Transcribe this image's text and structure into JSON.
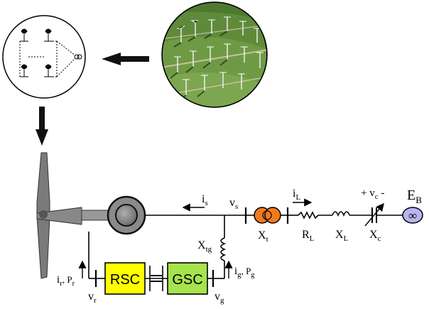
{
  "converters": {
    "rsc": "RSC",
    "gsc": "GSC"
  },
  "labels": {
    "is_main": "i",
    "is_sub": "s",
    "vs_main": "v",
    "vs_sub": "s",
    "iL_main": "i",
    "iL_sub": "L",
    "vc_plus": "+ v",
    "vc_sub": "c",
    "vc_minus": " -",
    "EB_main": "E",
    "EB_sub": "B",
    "Xt_main": "X",
    "Xt_sub": "t",
    "RL_main": "R",
    "RL_sub": "L",
    "XL_main": "X",
    "XL_sub": "L",
    "Xc_main": "X",
    "Xc_sub": "c",
    "Xtg_main": "X",
    "Xtg_sub": "tg",
    "ir_main": "i",
    "ir_sub": "r",
    "Pr_main": ", P",
    "Pr_sub": "r",
    "ig_main": "i",
    "ig_sub": "g",
    "Pg_main": ", P",
    "Pg_sub": "g",
    "vr_main": "v",
    "vr_sub": "r",
    "vg_main": "v",
    "vg_sub": "g",
    "infinite": "∞"
  },
  "icons": [
    "wind-turbine-icon",
    "generator-icon",
    "transformer-icon",
    "infinite-bus-icon",
    "wind-farm-photo"
  ],
  "colors": {
    "rsc_fill": "#ffff00",
    "gsc_fill": "#a6e34d",
    "transformer": "#f07a1e",
    "infinite_bus": "#b7b4f0",
    "generator": "#888888",
    "blade": "#7a7a7a"
  }
}
